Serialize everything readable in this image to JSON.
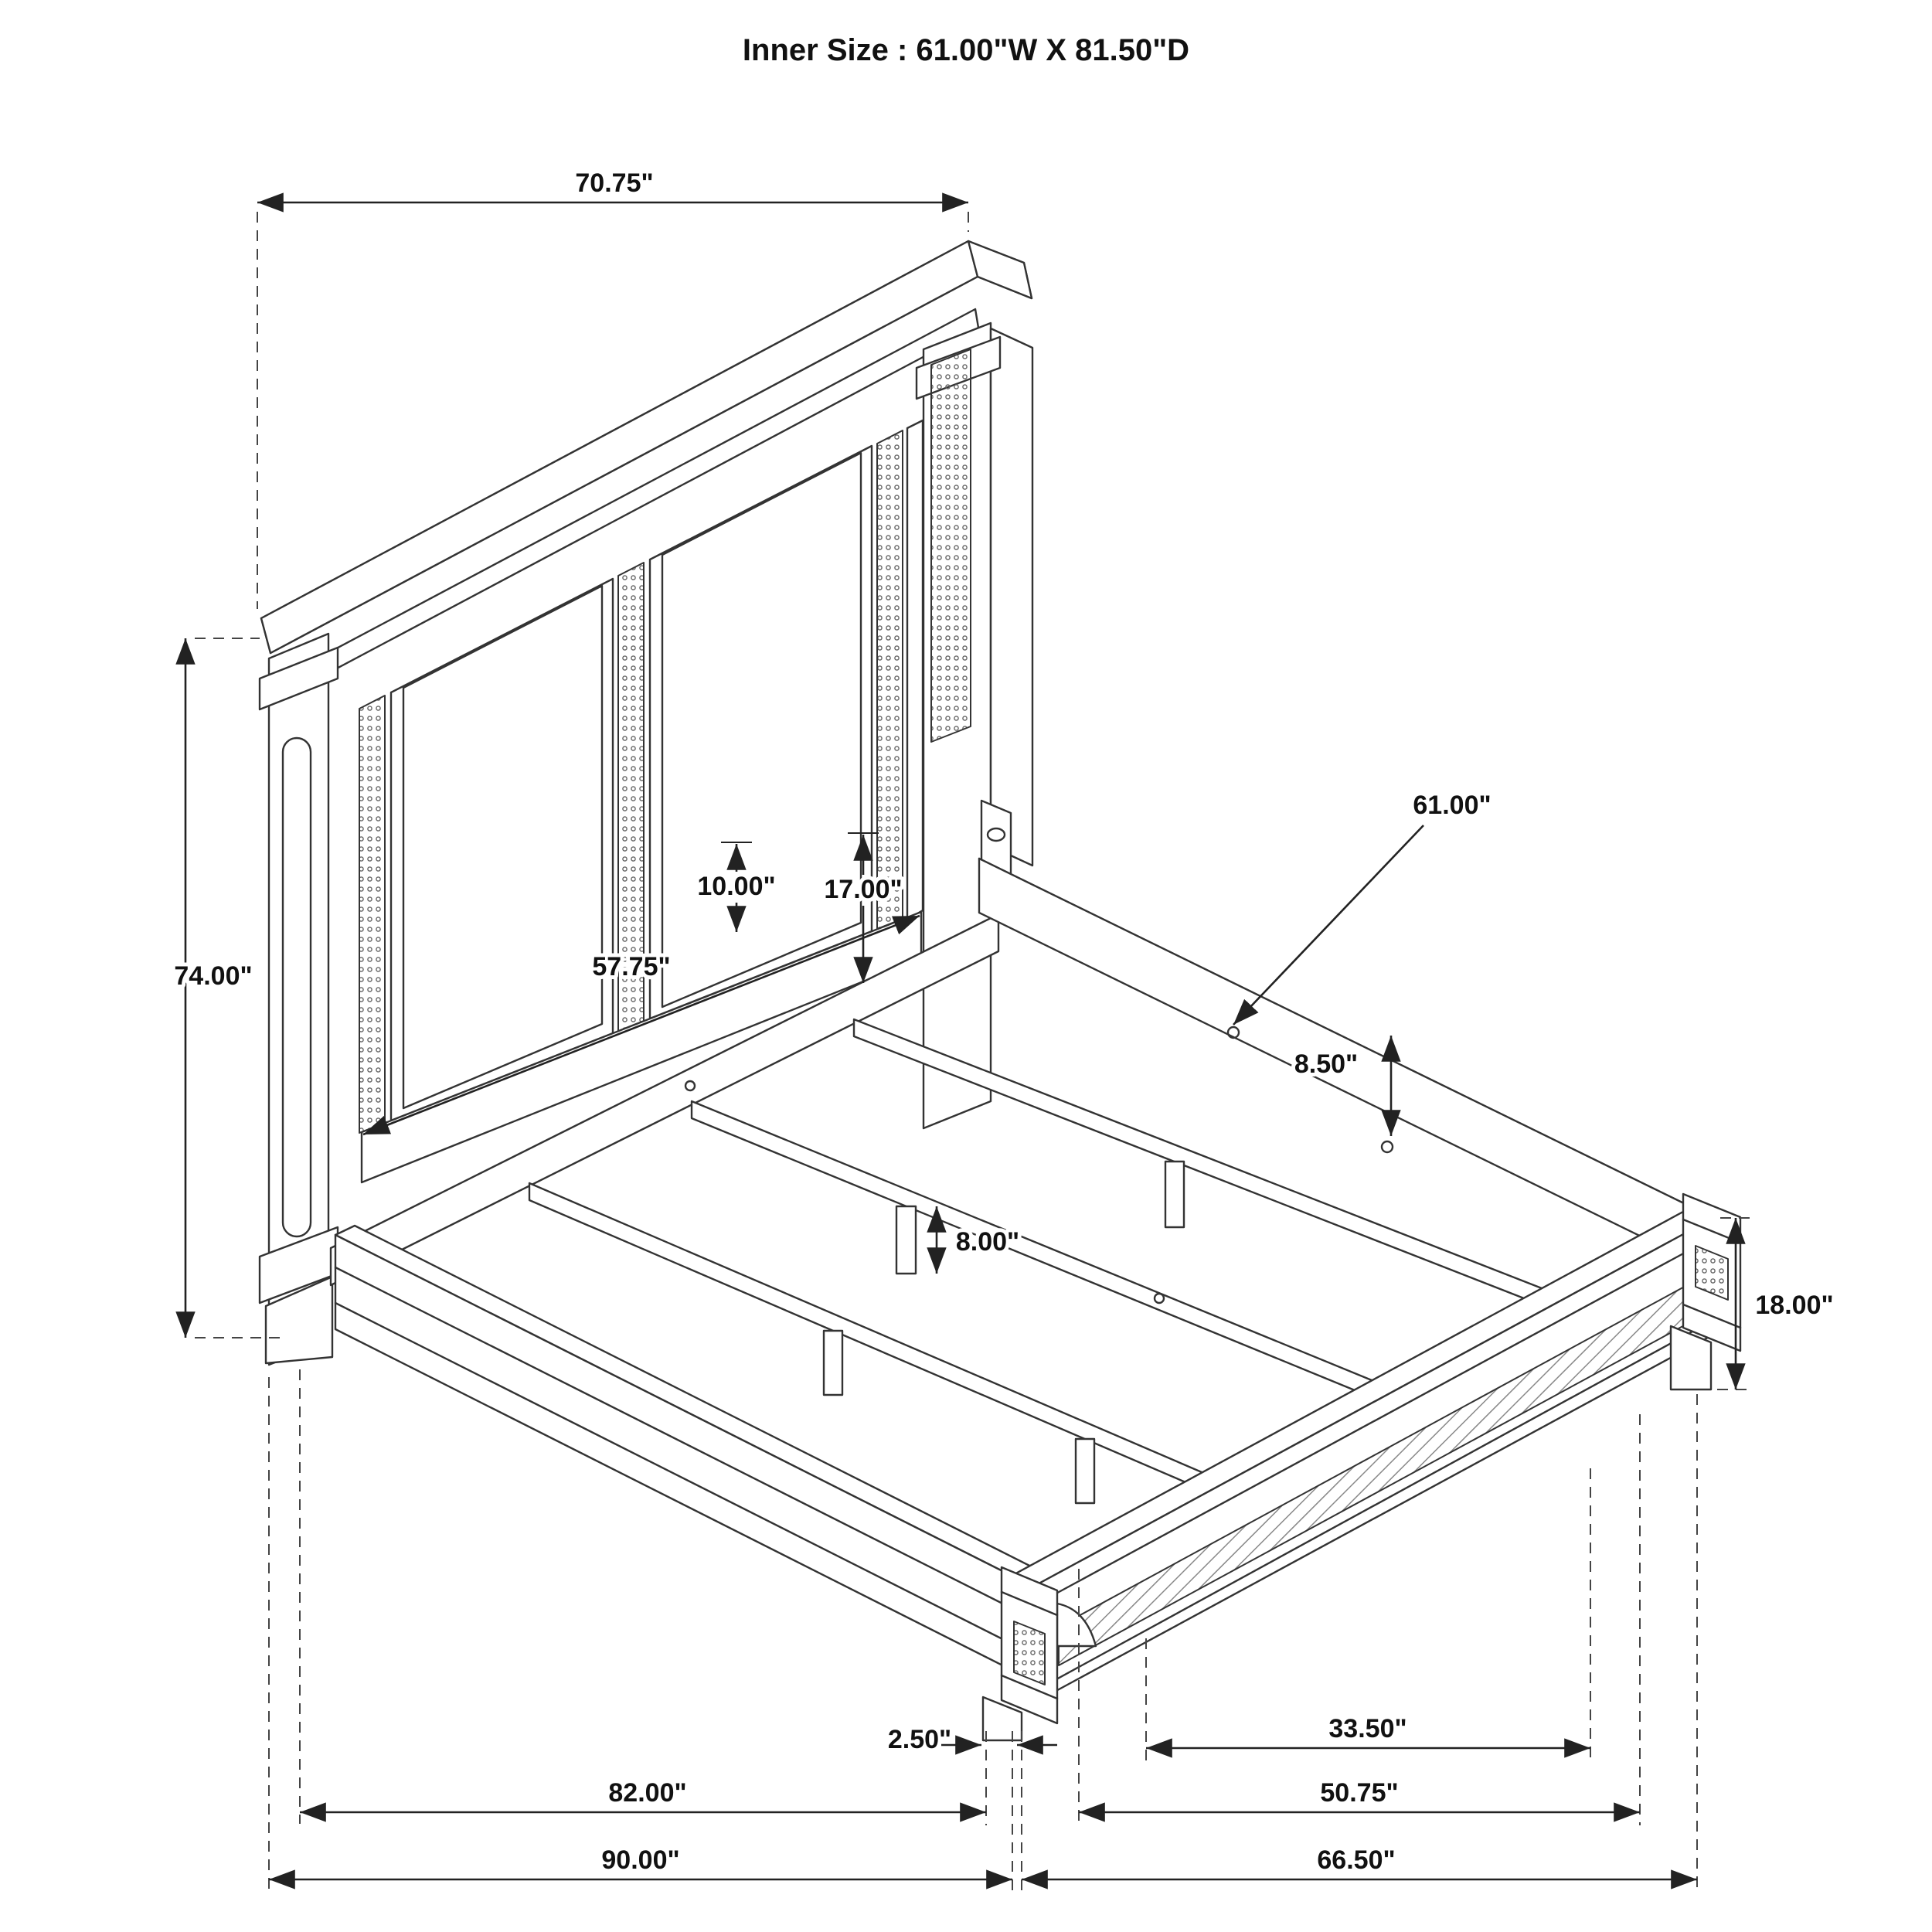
{
  "title": "Inner Size : 61.00\"W X 81.50\"D",
  "colors": {
    "ink": "#333333",
    "label": "#111111",
    "background": "#ffffff"
  },
  "dimensions": {
    "headboard_width": "70.75\"",
    "headboard_height": "74.00\"",
    "panel_inset": "10.00\"",
    "headboard_clearance": "17.00\"",
    "inner_headboard_width": "57.75\"",
    "inner_width": "61.00\"",
    "rail_depth": "8.50\"",
    "leg_height": "8.00\"",
    "footboard_height": "18.00\"",
    "foot_width": "2.50\"",
    "foot_spacing": "33.50\"",
    "frame_length": "82.00\"",
    "footboard_inner_width": "50.75\"",
    "overall_length": "90.00\"",
    "footboard_width": "66.50\""
  }
}
